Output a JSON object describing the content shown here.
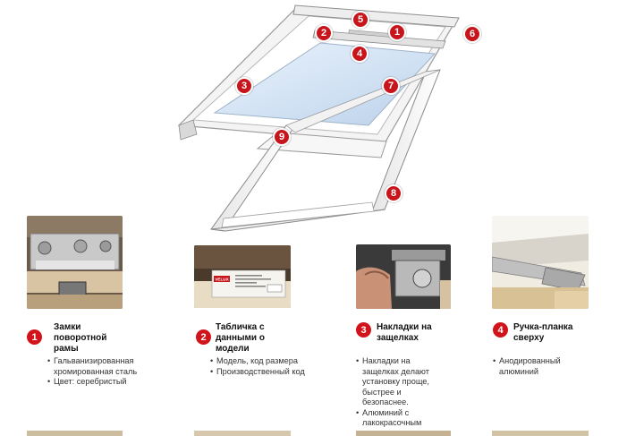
{
  "hero": {
    "markers": [
      {
        "label": "1"
      },
      {
        "label": "2"
      },
      {
        "label": "3"
      },
      {
        "label": "4"
      },
      {
        "label": "5"
      },
      {
        "label": "6"
      },
      {
        "label": "7"
      },
      {
        "label": "8"
      },
      {
        "label": "9"
      }
    ]
  },
  "features": [
    {
      "number": "1",
      "title_lines": [
        "Замки",
        "поворотной",
        "рамы"
      ],
      "bullets": [
        "Гальванизированная хромированная сталь",
        "Цвет: серебристый"
      ]
    },
    {
      "number": "2",
      "title_lines": [
        "Табличка с",
        "данными о",
        "модели"
      ],
      "bullets": [
        "Модель, код размера",
        "Производственный код"
      ],
      "plate_brand": "VELUX"
    },
    {
      "number": "3",
      "title_lines": [
        "Накладки на",
        "защелках"
      ],
      "bullets": [
        "Накладки на защелках делают установку проще, быстрее и безопаснее.",
        "Алюминий с лакокрасочным покрытием"
      ]
    },
    {
      "number": "4",
      "title_lines": [
        "Ручка-планка",
        "сверху"
      ],
      "bullets": [
        "Анодированный алюминий"
      ]
    }
  ],
  "colors": {
    "accent_red": "#c8141b",
    "frame_white": "#f3f3f3",
    "glass_blue": "#d7e6f5"
  }
}
